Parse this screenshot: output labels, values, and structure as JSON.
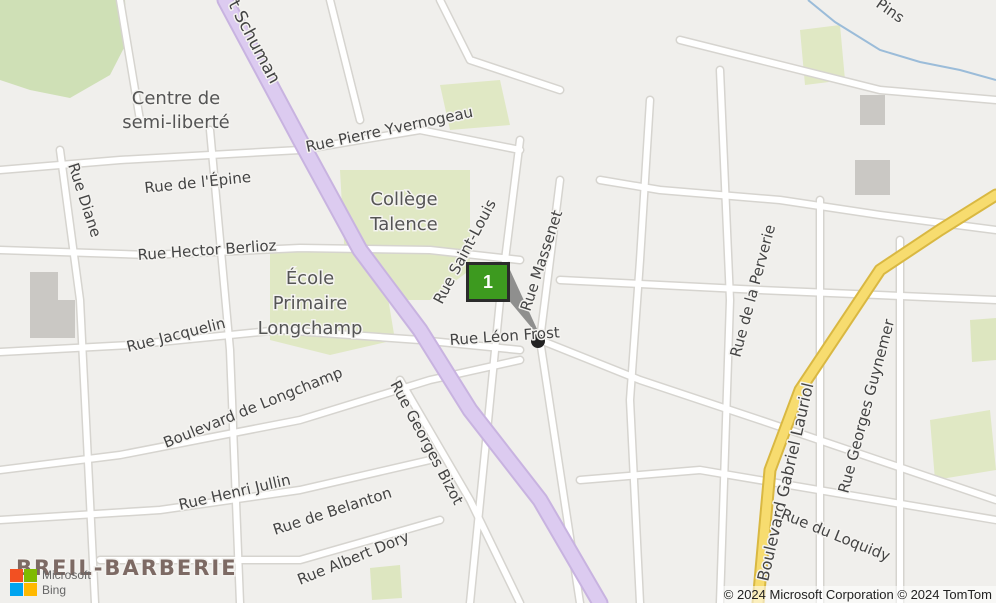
{
  "map": {
    "marker": {
      "label": "1",
      "fill_color": "#3d9a1f",
      "border_color": "#2b2b2b"
    },
    "district": "BREIL-BARBERIE",
    "pois": {
      "centre_line1": "Centre de",
      "centre_line2": "semi-liberté",
      "college_line1": "Collège",
      "college_line2": "Talence",
      "ecole_line1": "École",
      "ecole_line2": "Primaire",
      "ecole_line3": "Longchamp"
    },
    "streets": {
      "schuman": "t Schuman",
      "pins": "Pins",
      "pierre_yvernogeau": "Rue Pierre Yvernogeau",
      "epine": "Rue de l'Épine",
      "diane": "Rue Diane",
      "hector_berlioz": "Rue Hector Berlioz",
      "jacquelin": "Rue Jacquelin",
      "saint_louis": "Rue Saint-Louis",
      "massenet": "Rue Massenet",
      "leon_frost": "Rue Léon Frost",
      "longchamp": "Boulevard de Longchamp",
      "georges_bizot": "Rue Georges Bizot",
      "henri_jullin": "Rue Henri Jullin",
      "belanton": "Rue de Belanton",
      "albert_dory": "Rue Albert Dory",
      "perverie": "Rue de la Perverie",
      "gabriel_lauriol": "Boulevard Gabriel Lauriol",
      "georges_guynemer": "Rue Georges Guynemer",
      "loquidy": "Rue du Loquidy"
    },
    "colors": {
      "background": "#f0efec",
      "road": "#ffffff",
      "major_road": "#d8c6ec",
      "highway": "#f5d76e",
      "water": "#9bbcd9",
      "green": "#dfe8c7",
      "building": "#c9c7c3"
    },
    "copyright": "© 2024 Microsoft Corporation © 2024 TomTom",
    "logo": {
      "line1": "Microsoft",
      "line2": "Bing"
    }
  }
}
